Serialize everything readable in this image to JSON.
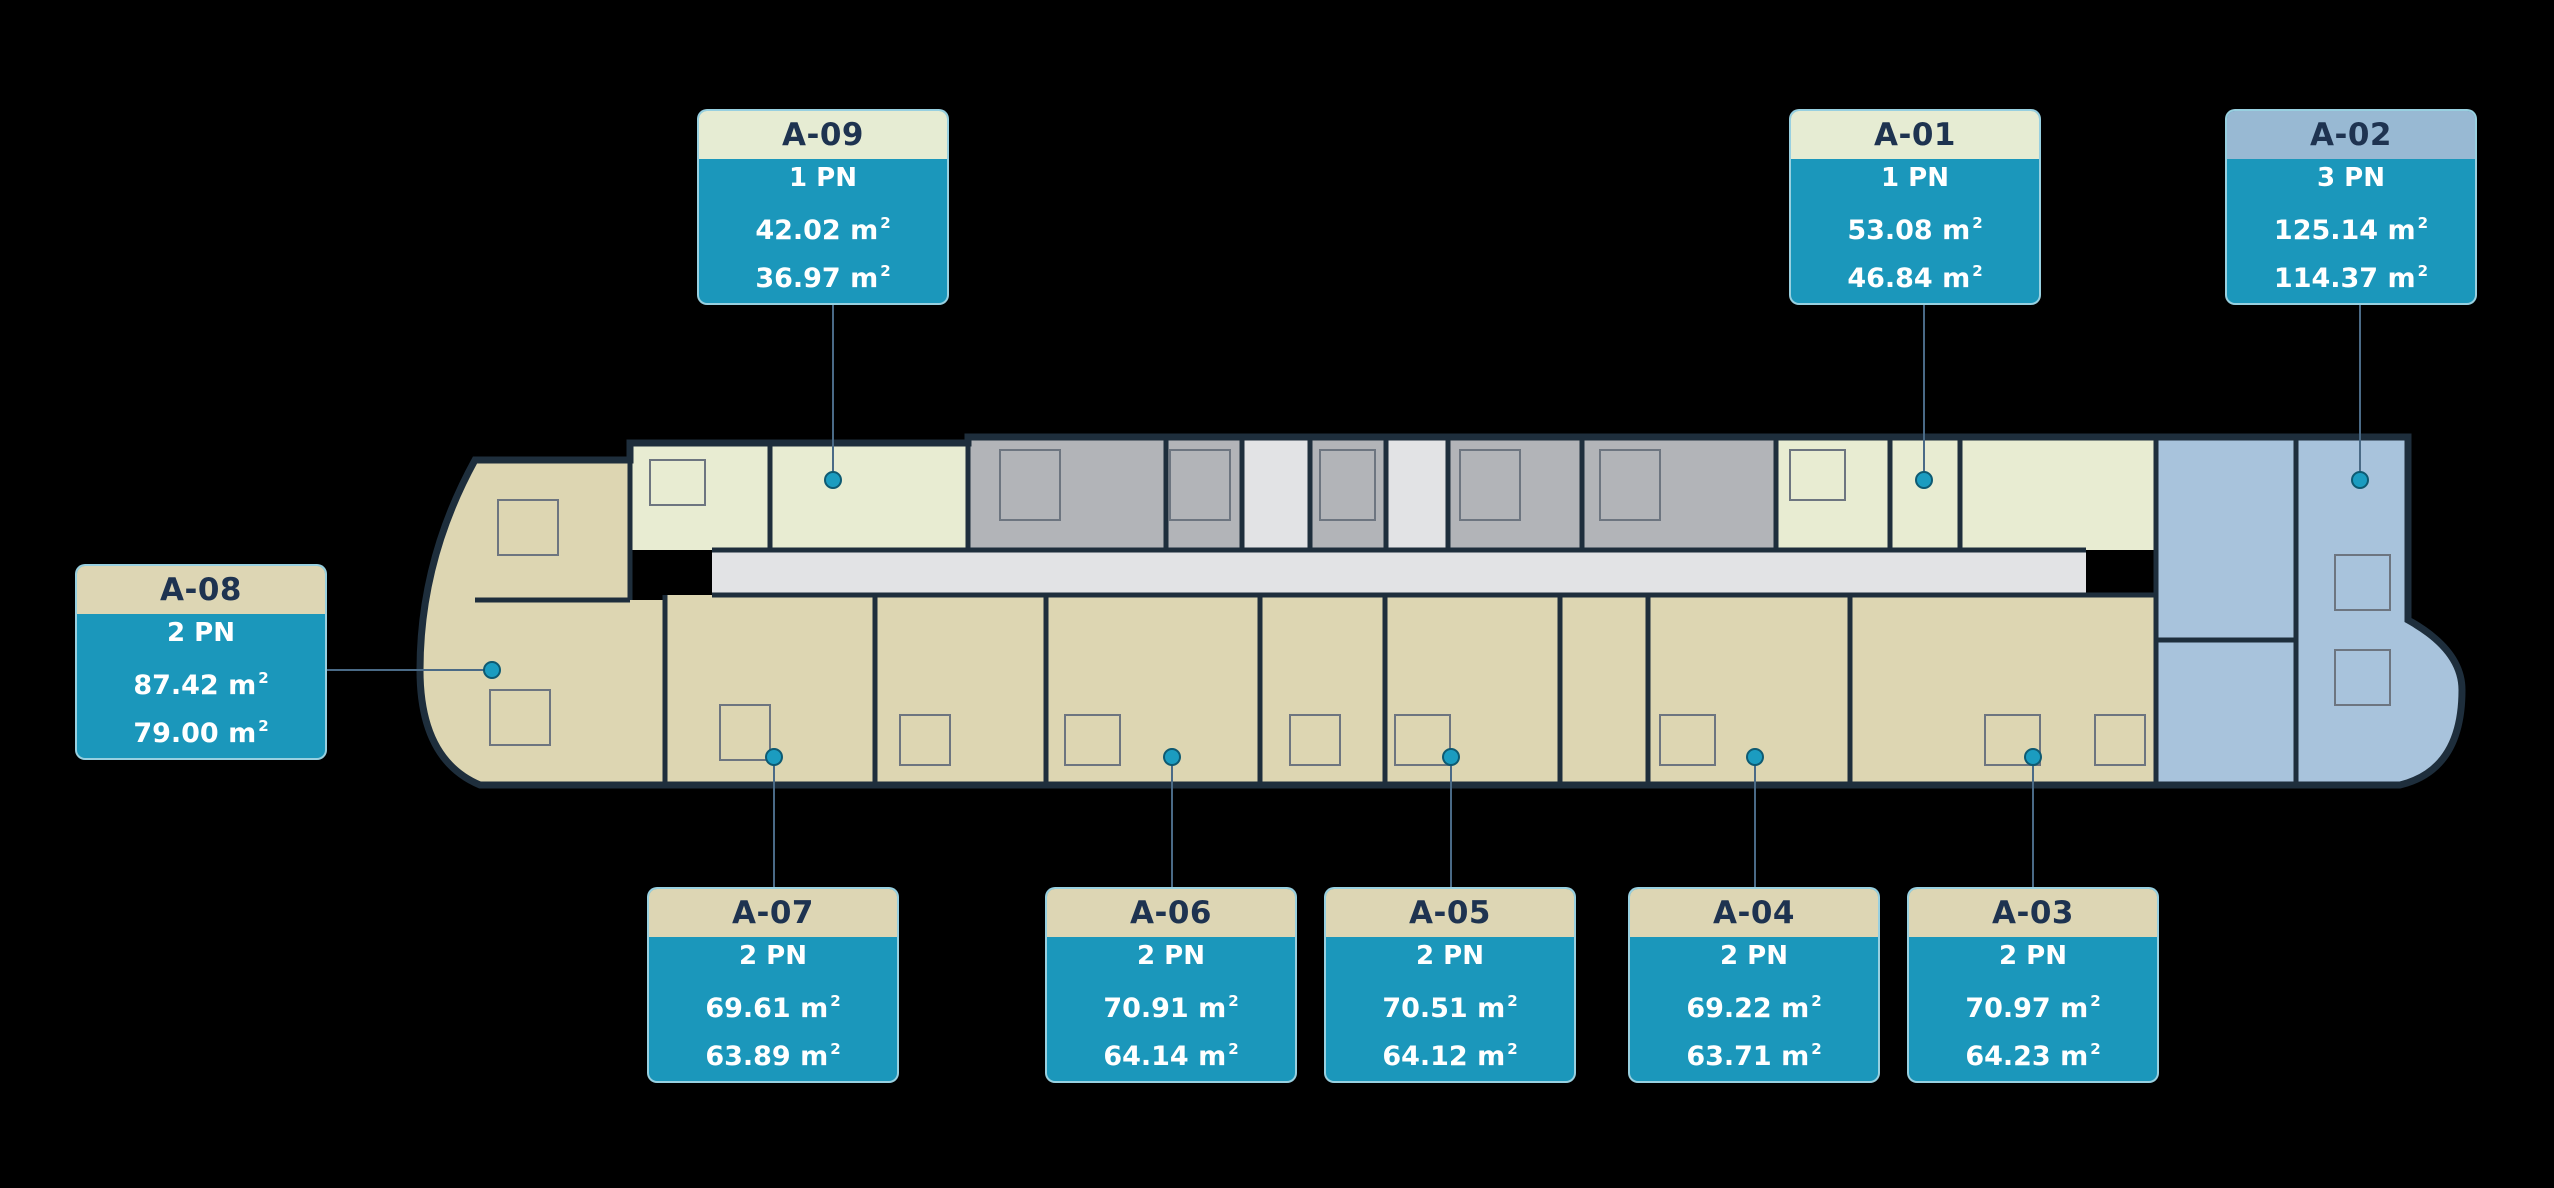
{
  "colors": {
    "background": "#000000",
    "card_body": "#1b97bb",
    "head_light_green": "#e6ecd3",
    "head_beige": "#ddd6b4",
    "head_blue": "#98b9d3",
    "unit_beige": "#ddd6b2",
    "unit_light_green": "#e8ecd2",
    "unit_blue": "#a8c3dc",
    "core_gray": "#b2b4b8",
    "corridor": "#e2e3e5",
    "wall": "#1e2e3c",
    "marker": "#1b9cc0"
  },
  "units": [
    {
      "code": "A-09",
      "type": "1 PN",
      "area_1": "42.02 m",
      "area_2": "36.97 m",
      "unit_sup": "2",
      "head_color": "head_light_green"
    },
    {
      "code": "A-01",
      "type": "1 PN",
      "area_1": "53.08 m",
      "area_2": "46.84 m",
      "unit_sup": "2",
      "head_color": "head_light_green"
    },
    {
      "code": "A-02",
      "type": "3 PN",
      "area_1": "125.14 m",
      "area_2": "114.37 m",
      "unit_sup": "2",
      "head_color": "head_blue"
    },
    {
      "code": "A-08",
      "type": "2 PN",
      "area_1": "87.42 m",
      "area_2": "79.00 m",
      "unit_sup": "2",
      "head_color": "head_beige"
    },
    {
      "code": "A-07",
      "type": "2 PN",
      "area_1": "69.61 m",
      "area_2": "63.89 m",
      "unit_sup": "2",
      "head_color": "head_beige"
    },
    {
      "code": "A-06",
      "type": "2 PN",
      "area_1": "70.91 m",
      "area_2": "64.14 m",
      "unit_sup": "2",
      "head_color": "head_beige"
    },
    {
      "code": "A-05",
      "type": "2 PN",
      "area_1": "70.51 m",
      "area_2": "64.12 m",
      "unit_sup": "2",
      "head_color": "head_beige"
    },
    {
      "code": "A-04",
      "type": "2 PN",
      "area_1": "69.22 m",
      "area_2": "63.71 m",
      "unit_sup": "2",
      "head_color": "head_beige"
    },
    {
      "code": "A-03",
      "type": "2 PN",
      "area_1": "70.97 m",
      "area_2": "64.23 m",
      "unit_sup": "2",
      "head_color": "head_beige"
    }
  ]
}
